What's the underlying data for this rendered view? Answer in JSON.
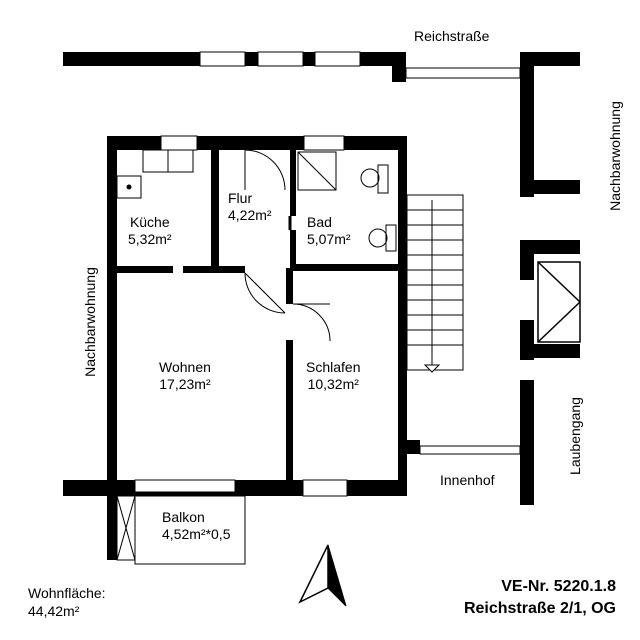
{
  "street": "Reichstraße",
  "neighbor_left": "Nachbarwohnung",
  "neighbor_right": "Nachbarwohnung",
  "walkway": "Laubengang",
  "courtyard": "Innenhof",
  "rooms": {
    "kitchen": {
      "name": "Küche",
      "area": "5,32m²"
    },
    "hall": {
      "name": "Flur",
      "area": "4,22m²"
    },
    "bath": {
      "name": "Bad",
      "area": "5,07m²"
    },
    "living": {
      "name": "Wohnen",
      "area": "17,23m²"
    },
    "bedroom": {
      "name": "Schlafen",
      "area": "10,32m²"
    },
    "balcony": {
      "name": "Balkon",
      "area": "4,52m²*0,5"
    }
  },
  "total": {
    "label": "Wohnfläche:",
    "value": "44,42m²"
  },
  "ve_number": "VE-Nr. 5220.1.8",
  "address": "Reichstraße 2/1, OG"
}
